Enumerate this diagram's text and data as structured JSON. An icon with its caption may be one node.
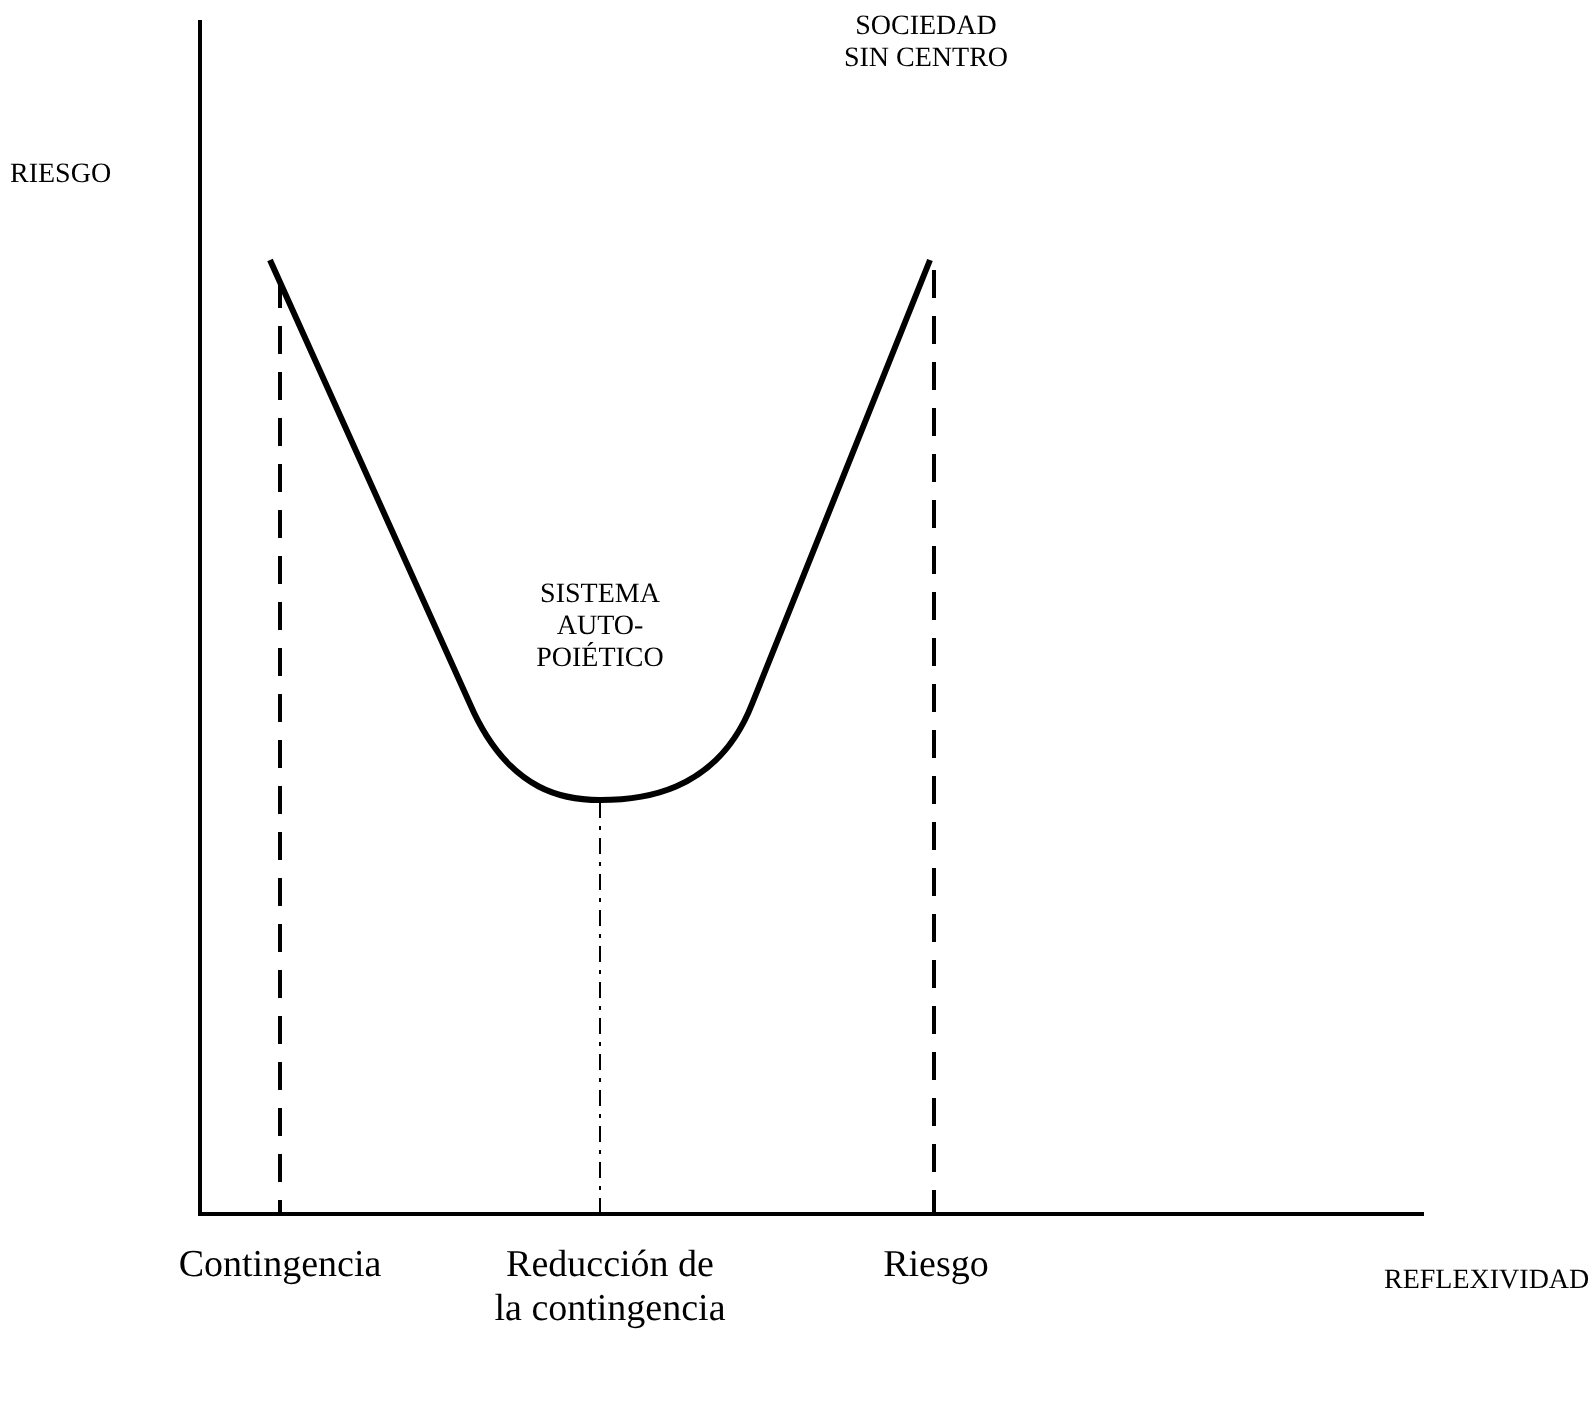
{
  "diagram": {
    "labels": [
      "RIESGO",
      "SOCIEDAD SIN CENTRO",
      "SISTEMA AUTO- POIÉTICO",
      "Contingencia",
      "Reducción de la contingencia",
      "Riesgo",
      "REFLEXIVIDAD"
    ]
  }
}
